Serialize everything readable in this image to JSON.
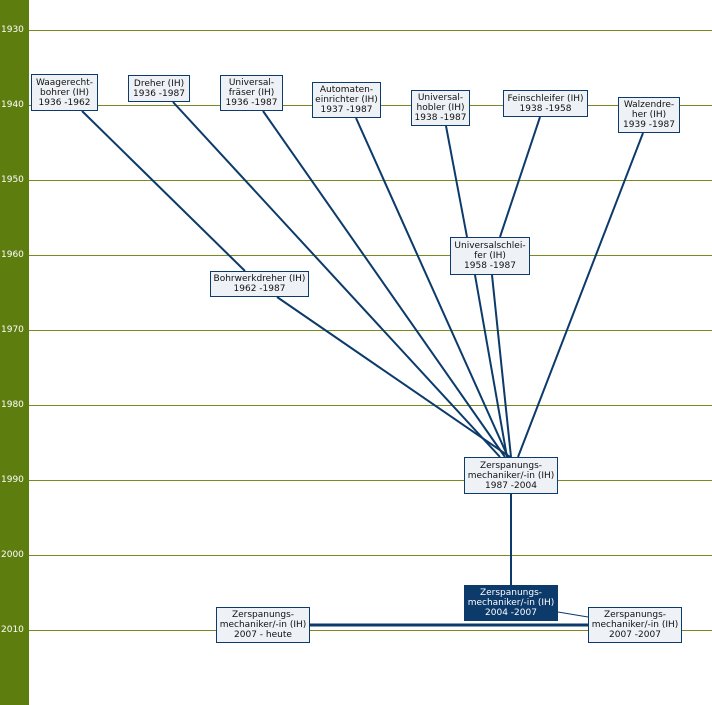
{
  "years": [
    "1930",
    "1940",
    "1950",
    "1960",
    "1970",
    "1980",
    "1990",
    "2000",
    "2010"
  ],
  "nodes": [
    {
      "lines": [
        "Waagerecht-",
        "bohrer (IH)",
        "1936 -1962"
      ]
    },
    {
      "lines": [
        "Dreher (IH)",
        "1936 -1987"
      ]
    },
    {
      "lines": [
        "Universal-",
        "fräser (IH)",
        "1936 -1987"
      ]
    },
    {
      "lines": [
        "Automaten-",
        "einrichter (IH)",
        "1937 -1987"
      ]
    },
    {
      "lines": [
        "Universal-",
        "hobler (IH)",
        "1938 -1987"
      ]
    },
    {
      "lines": [
        "Feinschleifer (IH)",
        "1938 -1958"
      ]
    },
    {
      "lines": [
        "Walzendre-",
        "her (IH)",
        "1939 -1987"
      ]
    },
    {
      "lines": [
        "Bohrwerkdreher (IH)",
        "1962 -1987"
      ]
    },
    {
      "lines": [
        "Universalschlei-",
        "fer (IH)",
        "1958 -1987"
      ]
    },
    {
      "lines": [
        "Zerspanungs-",
        "mechaniker/-in (IH)",
        "1987 -2004"
      ]
    },
    {
      "lines": [
        "Zerspanungs-",
        "mechaniker/-in (IH)",
        "2004 -2007"
      ],
      "active": true
    },
    {
      "lines": [
        "Zerspanungs-",
        "mechaniker/-in (IH)",
        "2007 - heute"
      ]
    },
    {
      "lines": [
        "Zerspanungs-",
        "mechaniker/-in (IH)",
        "2007 -2007"
      ]
    }
  ],
  "colors": {
    "axis": "#5e7d0f",
    "edge": "#0b3a6b",
    "active": "#0b3a6b"
  }
}
